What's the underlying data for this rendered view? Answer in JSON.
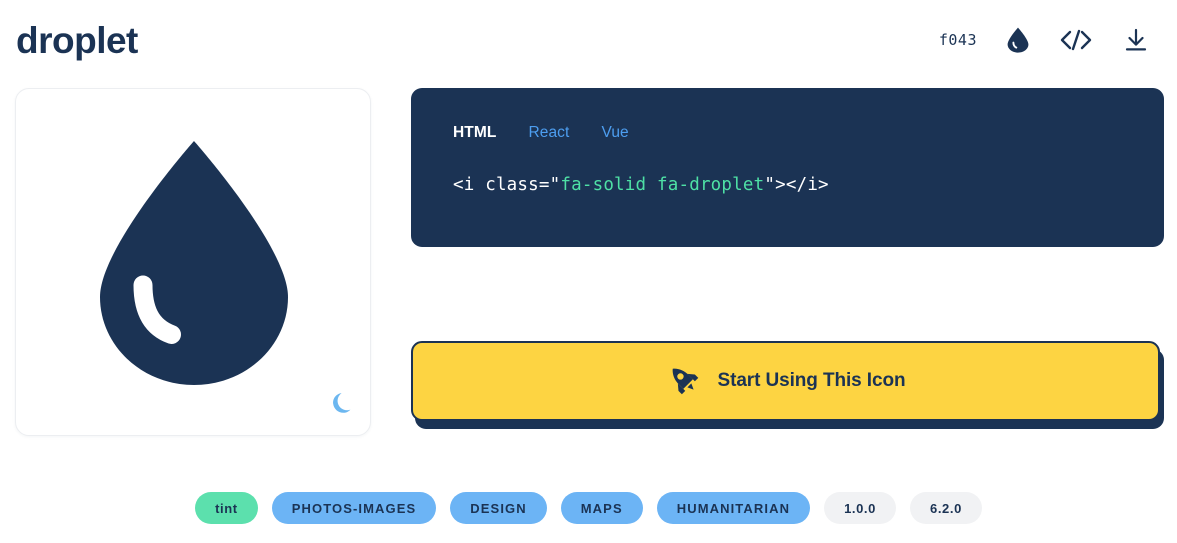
{
  "header": {
    "title": "droplet",
    "unicode": "f043",
    "icons": [
      {
        "name": "droplet-icon",
        "label": "droplet"
      },
      {
        "name": "code-icon",
        "label": "</>"
      },
      {
        "name": "download-icon",
        "label": "download"
      }
    ]
  },
  "preview": {
    "icon_name": "droplet",
    "toggle": {
      "name": "moon-icon",
      "label": "dark mode"
    }
  },
  "code": {
    "tabs": [
      {
        "label": "HTML",
        "active": true
      },
      {
        "label": "React",
        "active": false
      },
      {
        "label": "Vue",
        "active": false
      }
    ],
    "snippet_prefix": "<i class=",
    "snippet_quote_open": "\"",
    "snippet_class": "fa-solid fa-droplet",
    "snippet_quote_close": "\"",
    "snippet_suffix": "></i>"
  },
  "cta": {
    "label": "Start Using This Icon",
    "icon": "rocket-icon"
  },
  "tags": [
    {
      "label": "tint",
      "style": "green"
    },
    {
      "label": "photos-images",
      "style": "blue"
    },
    {
      "label": "design",
      "style": "blue"
    },
    {
      "label": "maps",
      "style": "blue"
    },
    {
      "label": "humanitarian",
      "style": "blue"
    },
    {
      "label": "1.0.0",
      "style": "gray"
    },
    {
      "label": "6.2.0",
      "style": "gray"
    }
  ],
  "colors": {
    "navy": "#1b3354",
    "yellow": "#fdd442",
    "mint": "#5ce0ad",
    "sky": "#6cb4f5",
    "link_blue": "#4d9ef0",
    "code_green": "#4ee0a5"
  }
}
